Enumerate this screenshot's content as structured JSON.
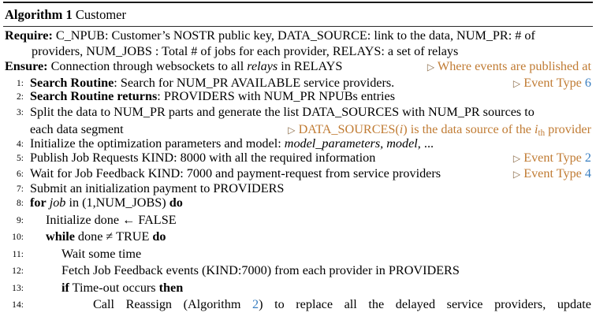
{
  "header": {
    "label": "Algorithm 1",
    "title": "Customer"
  },
  "io": {
    "require_label": "Require:",
    "require_line1": "C_NPUB: Customer’s NOSTR public key, DATA_SOURCE: link to the data, NUM_PR: # of",
    "require_line2": "providers, NUM_JOBS : Total # of jobs for each provider, RELAYS: a set of relays",
    "ensure_label": "Ensure:",
    "ensure_text_pre": "Connection through websockets to all ",
    "ensure_italic": "relays",
    "ensure_text_post": " in RELAYS",
    "ensure_comment_marker": "▷",
    "ensure_comment": "Where events are published at"
  },
  "steps": [
    {
      "num": "1:",
      "kw": "Search Routine",
      "text": ": Search for NUM_PR AVAILABLE service providers.",
      "comment_marker": "▷",
      "comment": "Event Type",
      "comment_num": "6"
    },
    {
      "num": "2:",
      "kw": "Search Routine returns",
      "text": ": PROVIDERS with NUM_PR NPUBs entries",
      "comment_marker": "",
      "comment": "",
      "comment_num": ""
    },
    {
      "num": "3:",
      "kw": "",
      "text": "Split the data to NUM_PR parts and generate the list DATA_SOURCES with NUM_PR sources to",
      "comment_marker": "",
      "comment": "",
      "comment_num": ""
    },
    {
      "num": "",
      "kw": "",
      "text": "each data segment",
      "comment_marker": "▷",
      "comment_parts": {
        "a": "DATA_SOURCES(",
        "i1": "i",
        "b": ") is the data source of the ",
        "i2": "i",
        "sub": "th",
        "c": " provider"
      }
    },
    {
      "num": "4:",
      "kw": "",
      "text_pre": "Initialize the optimization parameters and model: ",
      "italic": "model_parameters, model",
      "text_post": ", ..."
    },
    {
      "num": "5:",
      "kw": "",
      "text": "Publish Job Requests KIND: 8000 with all the required information",
      "comment_marker": "▷",
      "comment": "Event Type",
      "comment_num": "2"
    },
    {
      "num": "6:",
      "kw": "",
      "text": "Wait for Job Feedback KIND: 7000 and payment-request from service providers",
      "comment_marker": "▷",
      "comment": "Event Type",
      "comment_num": "4"
    },
    {
      "num": "7:",
      "kw": "",
      "text": "Submit an initialization payment to PROVIDERS"
    },
    {
      "num": "8:",
      "kw_for": "for",
      "italic_job": "job",
      "text_mid": " in (1,NUM_JOBS) ",
      "kw_do": "do"
    },
    {
      "num": "9:",
      "text": "Initialize done ← FALSE"
    },
    {
      "num": "10:",
      "kw_while": "while",
      "text_mid": " done ≠ TRUE  ",
      "kw_do": "do"
    },
    {
      "num": "11:",
      "text": "Wait some time"
    },
    {
      "num": "12:",
      "text": "Fetch Job Feedback events (KIND:7000) from each provider in PROVIDERS"
    },
    {
      "num": "13:",
      "kw_if": "if",
      "text_mid": " Time-out occurs ",
      "kw_then": "then"
    },
    {
      "num": "14:",
      "text_pre": "Call Reassign (Algorithm ",
      "ref": "2",
      "text_post": ") to replace all the delayed service providers, update"
    }
  ],
  "colors": {
    "comment": "#c07b33",
    "reference": "#3a7fc1",
    "rule": "#1a1a1a"
  }
}
